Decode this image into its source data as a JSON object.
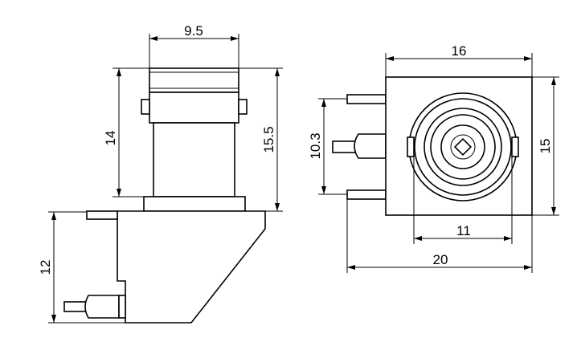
{
  "drawing": {
    "background": "#ffffff",
    "line_color": "#000000",
    "views": {
      "side_view": {
        "dimensions": {
          "top_width": "9.5",
          "body_height": "14",
          "overall_height": "15.5",
          "base_height": "12"
        }
      },
      "front_view": {
        "dimensions": {
          "top_width": "16",
          "pin_spacing": "10.3",
          "overall_height": "15",
          "inner_width": "11",
          "overall_width": "20"
        }
      }
    }
  }
}
